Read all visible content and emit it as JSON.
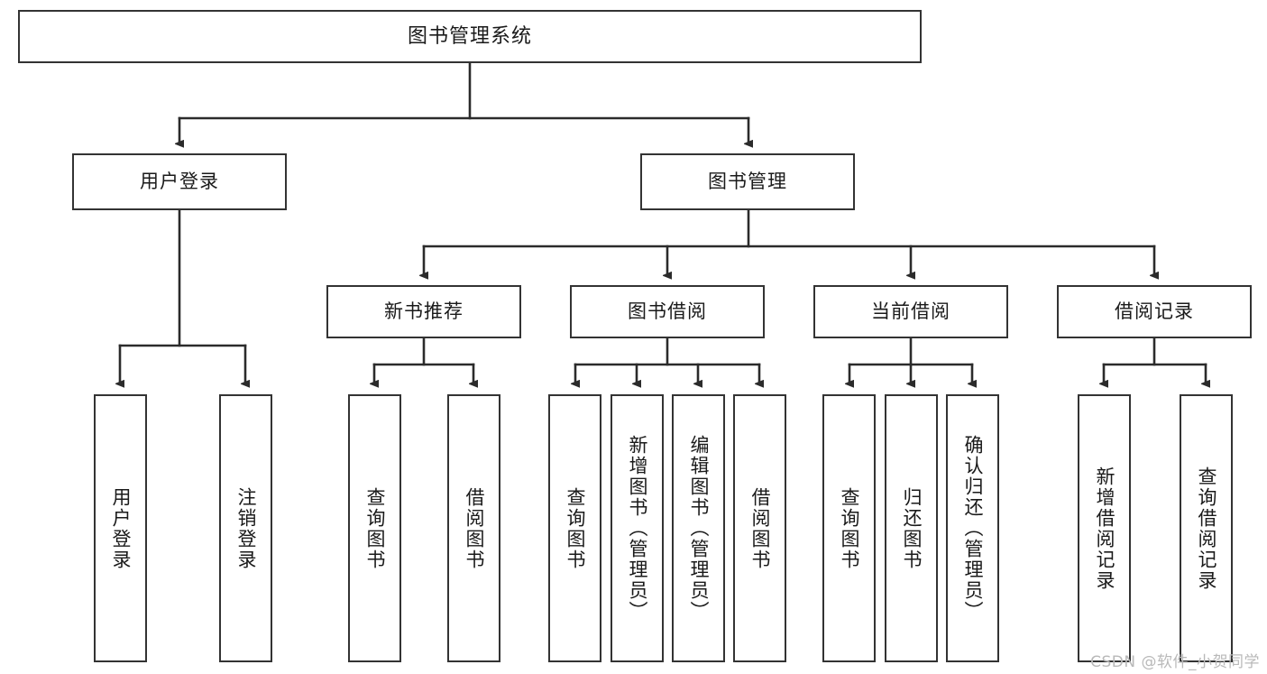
{
  "diagram": {
    "type": "tree-hierarchy",
    "title": "图书管理系统",
    "theme": {
      "background": "#ffffff",
      "box_border": "#333333",
      "box_fill": "#ffffff",
      "line": "#2b2b2b",
      "text": "#1a1a1a",
      "watermark": "#b9b9b9"
    },
    "nodes": {
      "root": {
        "label": "图书管理系统",
        "orientation": "horizontal"
      },
      "l2": [
        {
          "id": "user-login",
          "label": "用户登录",
          "orientation": "horizontal"
        },
        {
          "id": "book-manage",
          "label": "图书管理",
          "orientation": "horizontal"
        }
      ],
      "l3": [
        {
          "id": "new-book-rec",
          "label": "新书推荐",
          "orientation": "horizontal"
        },
        {
          "id": "book-borrow",
          "label": "图书借阅",
          "orientation": "horizontal"
        },
        {
          "id": "current-borrow",
          "label": "当前借阅",
          "orientation": "horizontal"
        },
        {
          "id": "borrow-record",
          "label": "借阅记录",
          "orientation": "horizontal"
        }
      ],
      "leaves": [
        {
          "id": "leaf-user-login",
          "label": "用户登录",
          "parent": "user-login",
          "orientation": "vertical"
        },
        {
          "id": "leaf-user-logout",
          "label": "注销登录",
          "parent": "user-login",
          "orientation": "vertical"
        },
        {
          "id": "leaf-query-book-1",
          "label": "查询图书",
          "parent": "new-book-rec",
          "orientation": "vertical"
        },
        {
          "id": "leaf-borrow-book-1",
          "label": "借阅图书",
          "parent": "new-book-rec",
          "orientation": "vertical"
        },
        {
          "id": "leaf-query-book-2",
          "label": "查询图书",
          "parent": "book-borrow",
          "orientation": "vertical"
        },
        {
          "id": "leaf-add-book",
          "label": "新增图书（管理员）",
          "parent": "book-borrow",
          "orientation": "vertical"
        },
        {
          "id": "leaf-edit-book",
          "label": "编辑图书（管理员）",
          "parent": "book-borrow",
          "orientation": "vertical"
        },
        {
          "id": "leaf-borrow-book-2",
          "label": "借阅图书",
          "parent": "book-borrow",
          "orientation": "vertical"
        },
        {
          "id": "leaf-query-book-3",
          "label": "查询图书",
          "parent": "current-borrow",
          "orientation": "vertical"
        },
        {
          "id": "leaf-return-book",
          "label": "归还图书",
          "parent": "current-borrow",
          "orientation": "vertical"
        },
        {
          "id": "leaf-confirm-return",
          "label": "确认归还（管理员）",
          "parent": "current-borrow",
          "orientation": "vertical"
        },
        {
          "id": "leaf-add-record",
          "label": "新增借阅记录",
          "parent": "borrow-record",
          "orientation": "vertical"
        },
        {
          "id": "leaf-query-record",
          "label": "查询借阅记录",
          "parent": "borrow-record",
          "orientation": "vertical"
        }
      ]
    },
    "watermark": "CSDN @软件_小贺同学"
  }
}
